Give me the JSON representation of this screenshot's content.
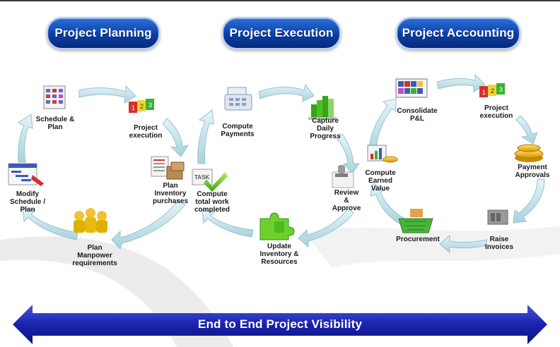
{
  "sections": {
    "planning": "Project Planning",
    "execution": "Project Execution",
    "accounting": "Project Accounting"
  },
  "planning_steps": {
    "schedule": "Schedule &\nPlan",
    "project_execution": "Project\nexecution",
    "inventory": "Plan\nInventory\npurchases",
    "manpower": "Plan\nManpower\nrequirements",
    "modify": "Modify\nSchedule /\nPlan"
  },
  "execution_steps": {
    "payments": "Compute\nPayments",
    "capture": "Capture\nDaily\nProgress",
    "review": "Review\n&\nApprove",
    "update": "Update\nInventory &\nResources",
    "compute_work": "Compute\ntotal work\ncompleted"
  },
  "accounting_steps": {
    "consolidate": "Consolidate\nP&L",
    "project_execution": "Project\nexecution",
    "payment": "Payment\nApprovals",
    "invoices": "Raise\nInvoices",
    "procurement": "Procurement",
    "earned": "Compute\nEarned\nValue"
  },
  "icon_text": {
    "task": "TASK",
    "numbers": [
      "1",
      "2",
      "3"
    ]
  },
  "banner": "End to End Project Visibility",
  "colors": {
    "pill": "#0c3fa8",
    "arrow": "#bfe0e8",
    "banner": "#1a23b0"
  }
}
